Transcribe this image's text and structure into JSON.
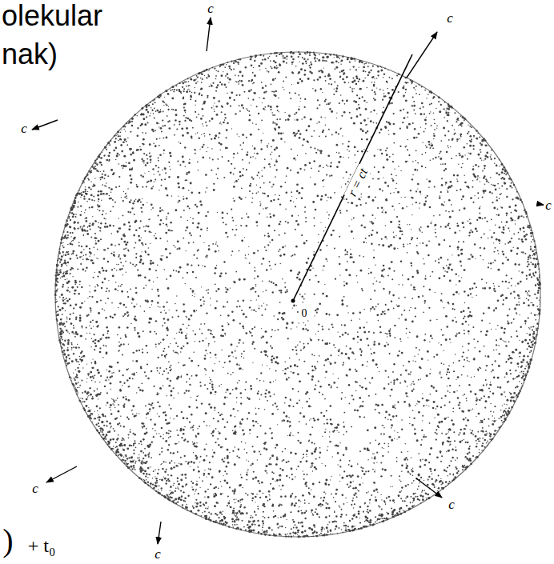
{
  "diagram": {
    "labels": [
      "olekular",
      "nak)",
      "r = ct",
      "0",
      "c",
      "c",
      "c",
      "c",
      "c",
      "c",
      "c",
      ")",
      "+ t₀"
    ]
  }
}
